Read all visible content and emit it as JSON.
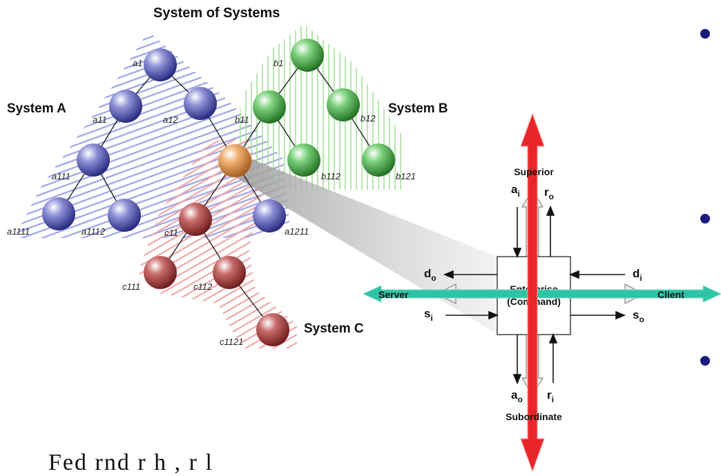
{
  "title": "System of Systems",
  "systems": {
    "a": "System A",
    "b": "System B",
    "c": "System C"
  },
  "nodes": {
    "a1": "a1",
    "a11": "a11",
    "a12": "a12",
    "a111": "a111",
    "a1111": "a1111",
    "a1112": "a1112",
    "a1211": "a1211",
    "b1": "b1",
    "b11": "b11",
    "b12": "b12",
    "b112": "b112",
    "b121": "b121",
    "c11": "c11",
    "c111": "c111",
    "c112": "c112",
    "c1121": "c1121"
  },
  "enterprise": {
    "box_line1": "Enterprise",
    "box_line2": "(Command)",
    "superior": "Superior",
    "subordinate": "Subordinate",
    "server": "Server",
    "client": "Client",
    "a_in": "a",
    "a_in_sub": "i",
    "r_out": "r",
    "r_out_sub": "o",
    "d_out": "d",
    "d_out_sub": "o",
    "d_in": "d",
    "d_in_sub": "i",
    "s_in": "s",
    "s_in_sub": "i",
    "s_out": "s",
    "s_out_sub": "o",
    "a_out": "a",
    "a_out_sub": "o",
    "r_in": "r",
    "r_in_sub": "i"
  },
  "footer": {
    "partial_text": "Fed rnd  r  h  ,  r     l"
  },
  "colors": {
    "blue_node": "#3d3fa0",
    "green_node": "#3a9a3a",
    "red_node": "#9a3030",
    "orange_node": "#e08a30",
    "red_arrow": "#e8262a",
    "teal_arrow": "#2fc3a5",
    "bullet": "#1a1a80"
  }
}
